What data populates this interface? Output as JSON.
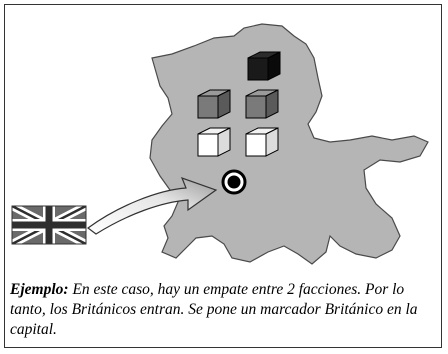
{
  "caption": {
    "lead": "Ejemplo:",
    "text": " En este caso, hay un empate entre 2 facciones. Por lo tanto, los Británicos entran. Se pone un marcador Británico en la capital."
  },
  "game": {
    "region_color": "#b5b5b5",
    "cubes": [
      {
        "faction": "black",
        "count": 1,
        "color": "#1a1a1a"
      },
      {
        "faction": "gray",
        "count": 2,
        "color": "#7a7a7a"
      },
      {
        "faction": "white",
        "count": 2,
        "color": "#ffffff"
      }
    ],
    "capital_marker": "capital-marker",
    "flag": "union-jack-icon",
    "arrow": "entry-arrow"
  }
}
